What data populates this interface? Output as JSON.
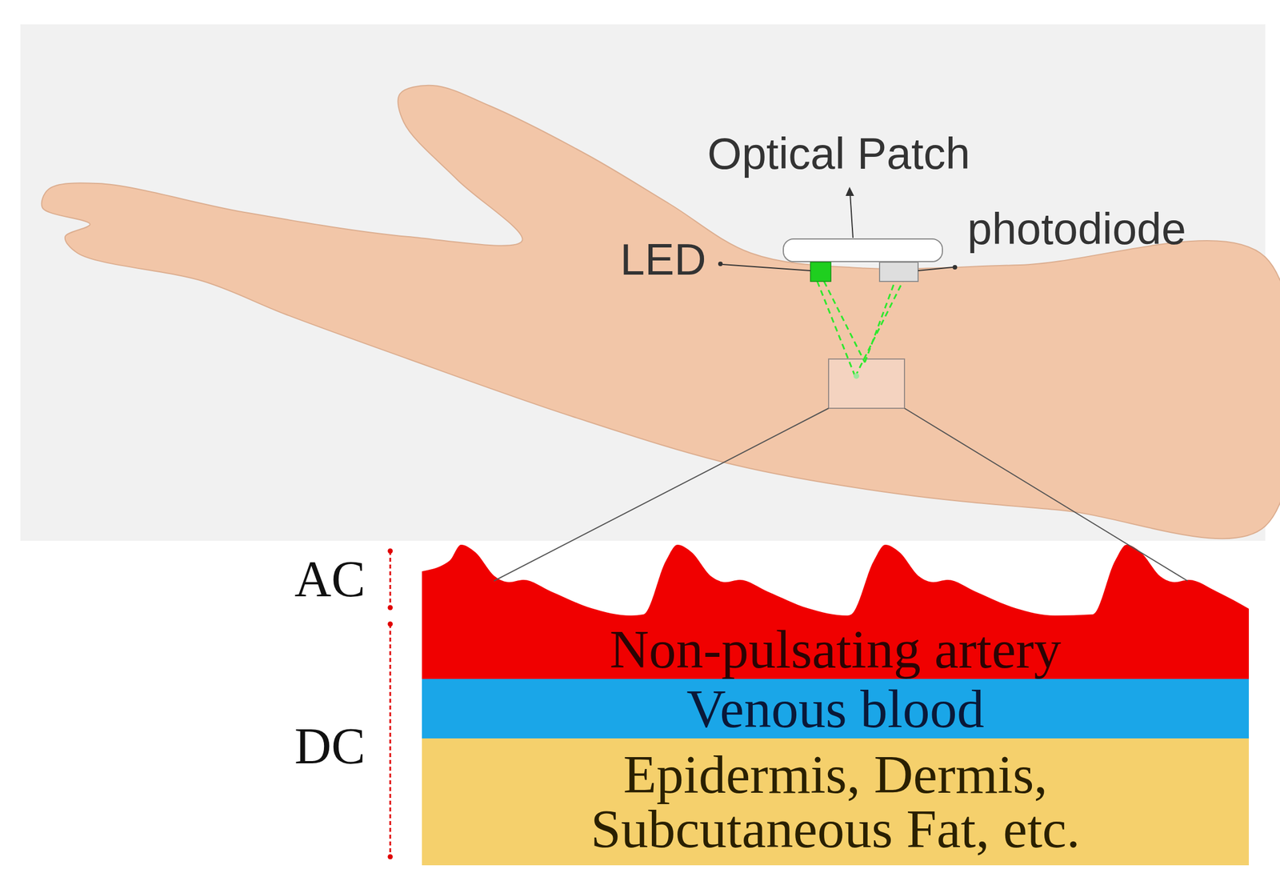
{
  "diagram": {
    "nodes": [
      {
        "text": [
          "Non-pulsating artery"
        ]
      },
      {
        "text": [
          "Venous blood"
        ]
      },
      {
        "text": [
          "Epidermis, Dermis, Subcutaneous Fat, etc."
        ]
      }
    ],
    "labels": [
      "Optical Patch",
      "photodiode",
      "LED",
      "AC",
      "DC"
    ]
  }
}
